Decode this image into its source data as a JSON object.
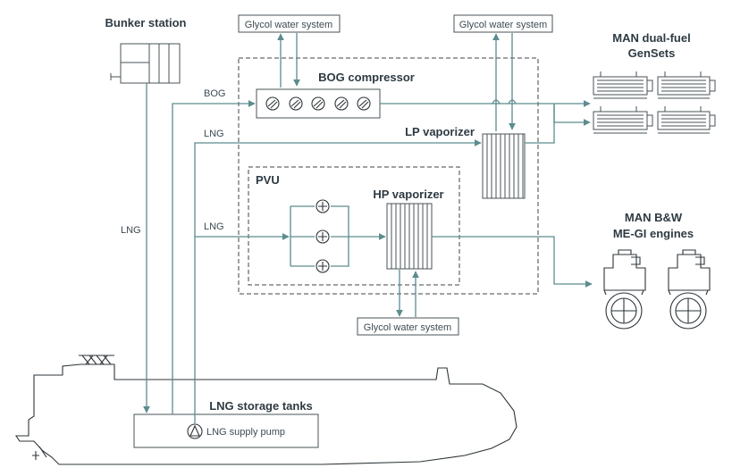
{
  "labels": {
    "bunker_station": "Bunker station",
    "glycol_top_left": "Glycol water system",
    "glycol_top_right": "Glycol water system",
    "glycol_bottom": "Glycol water system",
    "bog_compressor": "BOG compressor",
    "lp_vaporizer": "LP vaporizer",
    "pvu": "PVU",
    "hp_vaporizer": "HP vaporizer",
    "gensets_line1": "MAN dual-fuel",
    "gensets_line2": "GenSets",
    "engines_line1": "MAN B&W",
    "engines_line2": "ME-GI engines",
    "storage_tanks": "LNG storage tanks",
    "supply_pump": "LNG supply pump",
    "bog_line": "BOG",
    "lng_line_upper": "LNG",
    "lng_line_lower": "LNG",
    "lng_line_vertical": "LNG"
  },
  "colors": {
    "pipe": "#5c8c8e",
    "outline": "#3d4549",
    "text": "#2e3a42"
  }
}
